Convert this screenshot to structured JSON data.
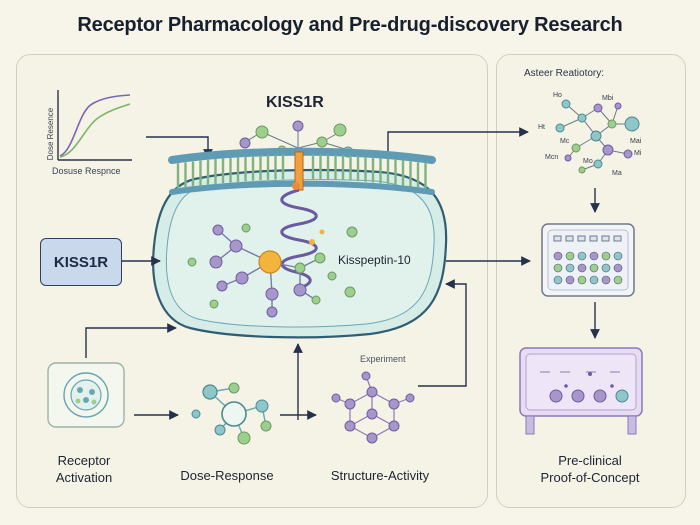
{
  "title": "Receptor Pharmacology and Pre-drug-discovery Research",
  "chart": {
    "ylabel": "Dose Resence",
    "xlabel": "Dosuse Respnce"
  },
  "receptor": {
    "label": "KISS1R",
    "box_label": "KISS1R",
    "ligand_label": "Kisspeptin-10",
    "experiment_label": "Experiment"
  },
  "steps": [
    {
      "label": "Receptor\nActivation"
    },
    {
      "label": "Dose-Response"
    },
    {
      "label": "Structure-Activity"
    }
  ],
  "right_panel": {
    "network_title": "Asteer Reatiotory:",
    "node_labels": [
      "Ho",
      "Mbi",
      "Ht",
      "Mai",
      "Mc",
      "Mcn",
      "Mi",
      "Mo",
      "Ma"
    ],
    "final_label": "Pre-clinical\nProof-of-Concept"
  },
  "colors": {
    "accent_blue": "#2f3f63",
    "cell_fill": "#d6ece6",
    "node_purple": "#a796c9",
    "node_green": "#9ccf8e",
    "node_orange": "#f2b43d",
    "node_teal": "#8fc6c9"
  }
}
